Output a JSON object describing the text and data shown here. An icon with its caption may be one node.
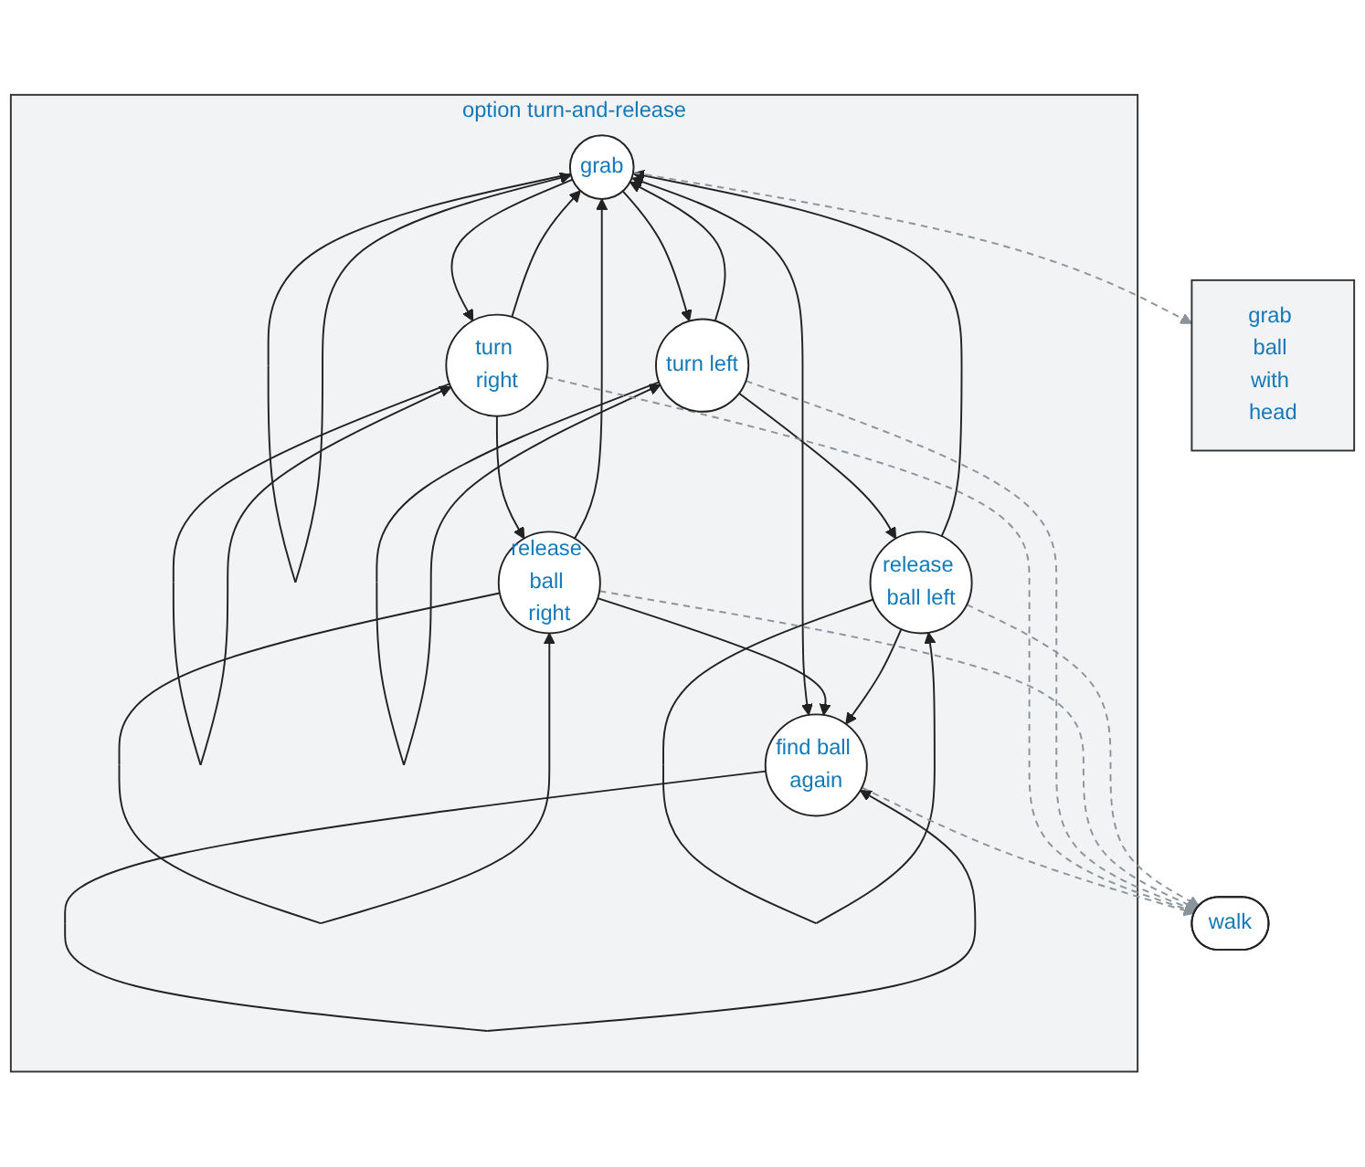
{
  "diagram": {
    "nodes": [
      {
        "text": [
          "option turn-and-release"
        ]
      },
      {
        "text": [
          "grab"
        ],
        "in": 0
      },
      {
        "text": [
          "find ball again"
        ],
        "in": 0
      },
      {
        "text": [
          "turn right"
        ],
        "in": 0
      },
      {
        "text": [
          "turn left"
        ],
        "in": 0
      },
      {
        "text": [
          "release ball right"
        ],
        "in": 0
      },
      {
        "text": [
          "release ball left"
        ],
        "in": 0
      },
      {
        "text": [
          "grab ball with head"
        ]
      },
      {
        "text": [
          "walk"
        ]
      }
    ],
    "edges": [
      {
        "from": 1,
        "to": 1,
        "arrow": "to"
      },
      {
        "from": 1,
        "to": 2,
        "arrow": "both"
      },
      {
        "from": 1,
        "to": 3,
        "arrow": "to"
      },
      {
        "from": 3,
        "to": 1,
        "arrow": "to"
      },
      {
        "from": 1,
        "to": 4,
        "arrow": "to"
      },
      {
        "from": 4,
        "to": 1,
        "arrow": "to"
      },
      {
        "from": 2,
        "to": 2,
        "arrow": "to"
      },
      {
        "from": 3,
        "to": 3,
        "arrow": "to"
      },
      {
        "from": 4,
        "to": 4,
        "arrow": "to"
      },
      {
        "from": 3,
        "to": 5,
        "arrow": "to"
      },
      {
        "from": 4,
        "to": 6,
        "arrow": "to"
      },
      {
        "from": 5,
        "to": 2,
        "arrow": "to"
      },
      {
        "from": 6,
        "to": 2,
        "arrow": "to"
      },
      {
        "from": 5,
        "to": 1,
        "arrow": "to"
      },
      {
        "from": 6,
        "to": 1,
        "arrow": "to"
      },
      {
        "from": 5,
        "to": 5,
        "arrow": "to"
      },
      {
        "from": 6,
        "to": 6,
        "arrow": "to"
      },
      {
        "from": 1,
        "to": 7,
        "arrow": "to",
        "style": "dashed",
        "color": "#8a949c"
      },
      {
        "from": 2,
        "to": 8,
        "arrow": "to",
        "style": "dashed",
        "color": "#8a949c"
      },
      {
        "from": 3,
        "to": 8,
        "arrow": "to",
        "style": "dashed",
        "color": "#8a949c"
      },
      {
        "from": 4,
        "to": 8,
        "arrow": "to",
        "style": "dashed",
        "color": "#8a949c"
      },
      {
        "from": 5,
        "to": 8,
        "arrow": "to",
        "style": "dashed",
        "color": "#8a949c"
      },
      {
        "from": 6,
        "to": 8,
        "arrow": "to",
        "style": "dashed",
        "color": "#8a949c"
      }
    ]
  }
}
